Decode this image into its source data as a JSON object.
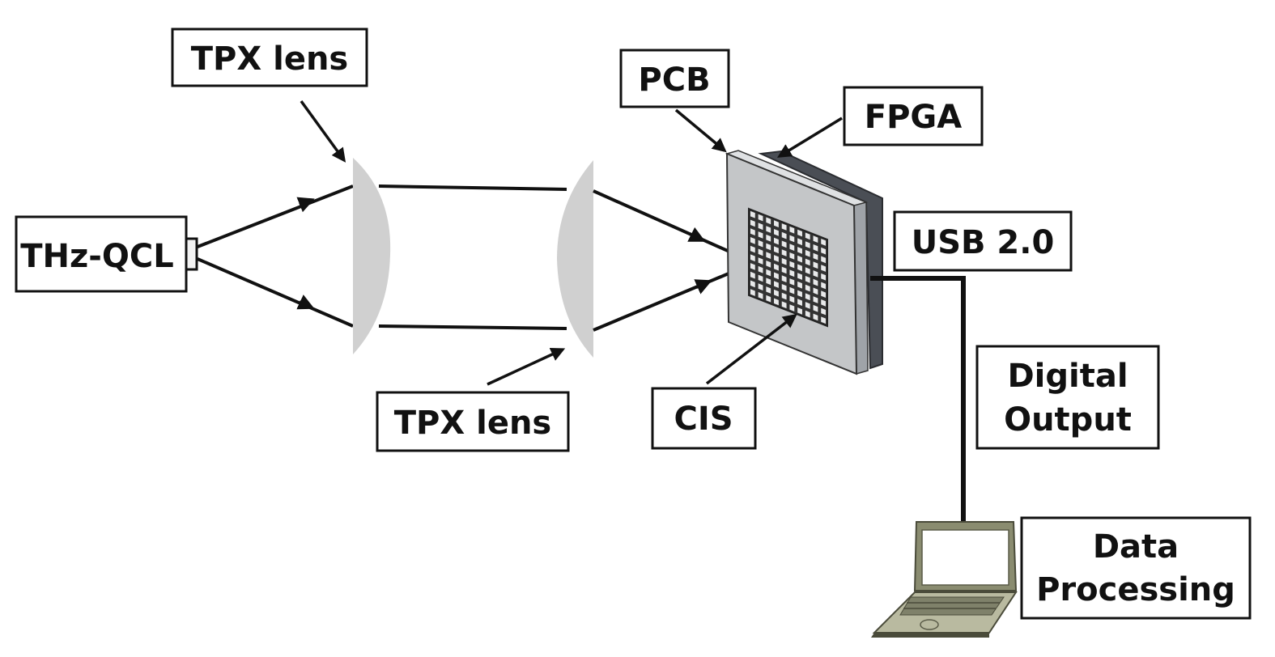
{
  "diagram": {
    "type": "optical-setup",
    "labels": {
      "source": "THz-QCL",
      "lens_top": "TPX lens",
      "lens_bottom": "TPX lens",
      "pcb": "PCB",
      "fpga": "FPGA",
      "usb": "USB 2.0",
      "cis": "CIS",
      "digital_output_line1": "Digital",
      "digital_output_line2": "Output",
      "data_processing_line1": "Data",
      "data_processing_line2": "Processing"
    },
    "colors": {
      "lens": "#d0d0d0",
      "line": "#111111",
      "pcb_face": "#c4c6c8",
      "fpga": "#4a4e55",
      "laptop": "#8a8c70"
    },
    "sensor_grid": {
      "rows": 10,
      "cols": 10
    }
  }
}
